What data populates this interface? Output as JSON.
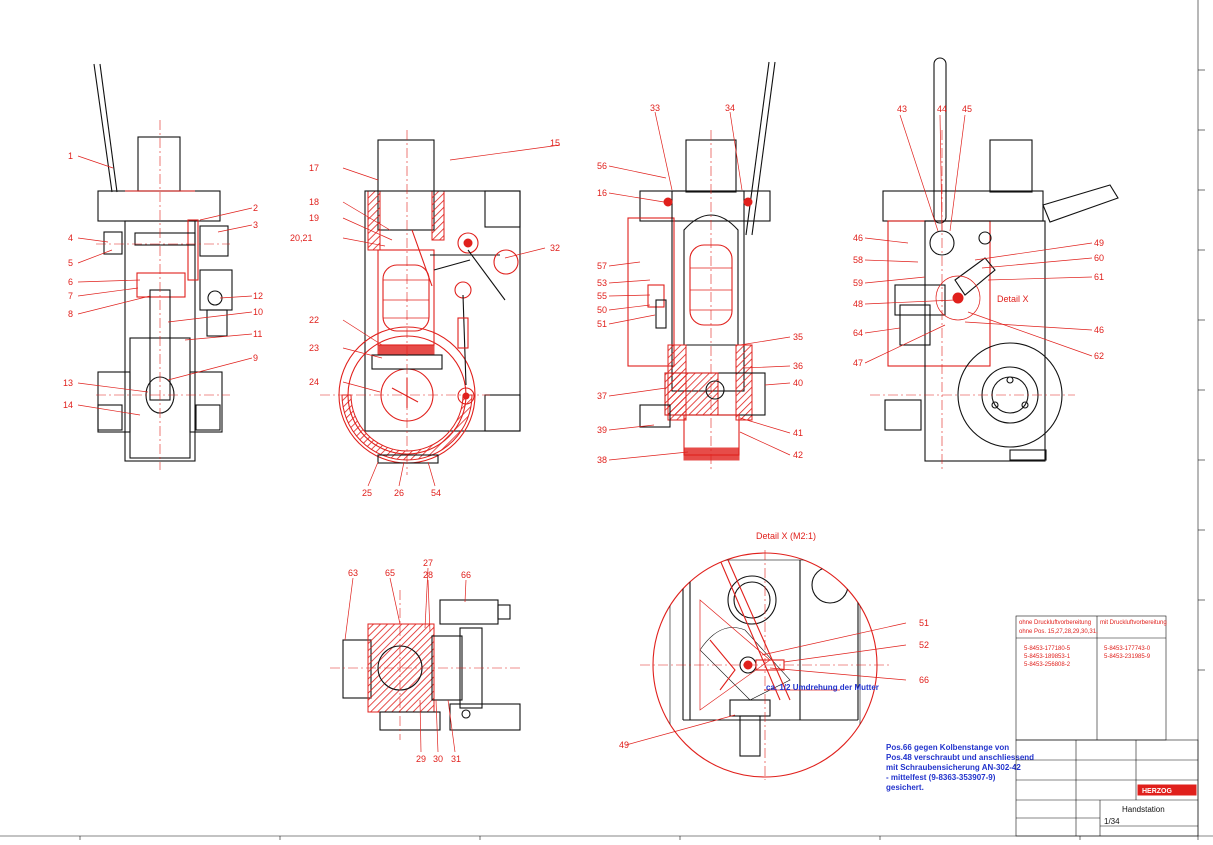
{
  "drawing": {
    "title": "Handstation",
    "company": "HERZOG",
    "sheet": "1/34",
    "detail_label": "Detail X (M2:1)",
    "detail_ref": "Detail X",
    "colors": {
      "primary": "#e0201c",
      "outline": "#111111",
      "note": "#2233cc"
    },
    "note_lines": [
      "Pos.66 gegen Kolbenstange von",
      "Pos.48 verschraubt und anschliessend",
      "mit Schraubensicherung AN-302-42",
      "- mittelfest (9-8363-353907-9)",
      "gesichert."
    ],
    "detail_callout": "ca. 1/2 Umdrehung der Mutter",
    "parts_table": {
      "left_header": [
        "ohne Druckluftvorbereitung",
        "ohne Pos. 15,27,28,29,30,31,"
      ],
      "right_header": "mit Druckluftvorbereitung",
      "left_rows": [
        "5-8453-177180-5",
        "5-8453-189853-1",
        "5-8453-256808-2"
      ],
      "right_rows": [
        "5-8453-177743-0",
        "5-8453-231985-9"
      ]
    },
    "labels": {
      "view1": [
        "1",
        "2",
        "3",
        "4",
        "5",
        "6",
        "7",
        "8",
        "9",
        "10",
        "11",
        "12",
        "13",
        "14"
      ],
      "view2": [
        "15",
        "17",
        "18",
        "19",
        "20,21",
        "22",
        "23",
        "24",
        "25",
        "26",
        "32",
        "54"
      ],
      "view3": [
        "33",
        "34",
        "56",
        "16",
        "57",
        "53",
        "55",
        "50",
        "51",
        "35",
        "36",
        "37",
        "40",
        "39",
        "38",
        "41",
        "42"
      ],
      "view4": [
        "43",
        "44",
        "45",
        "46",
        "58",
        "59",
        "48",
        "64",
        "47",
        "49",
        "60",
        "61",
        "46",
        "62"
      ],
      "view5": [
        "63",
        "65",
        "27",
        "28",
        "66",
        "29",
        "30",
        "31"
      ],
      "detail": [
        "51",
        "52",
        "66",
        "49"
      ]
    }
  }
}
